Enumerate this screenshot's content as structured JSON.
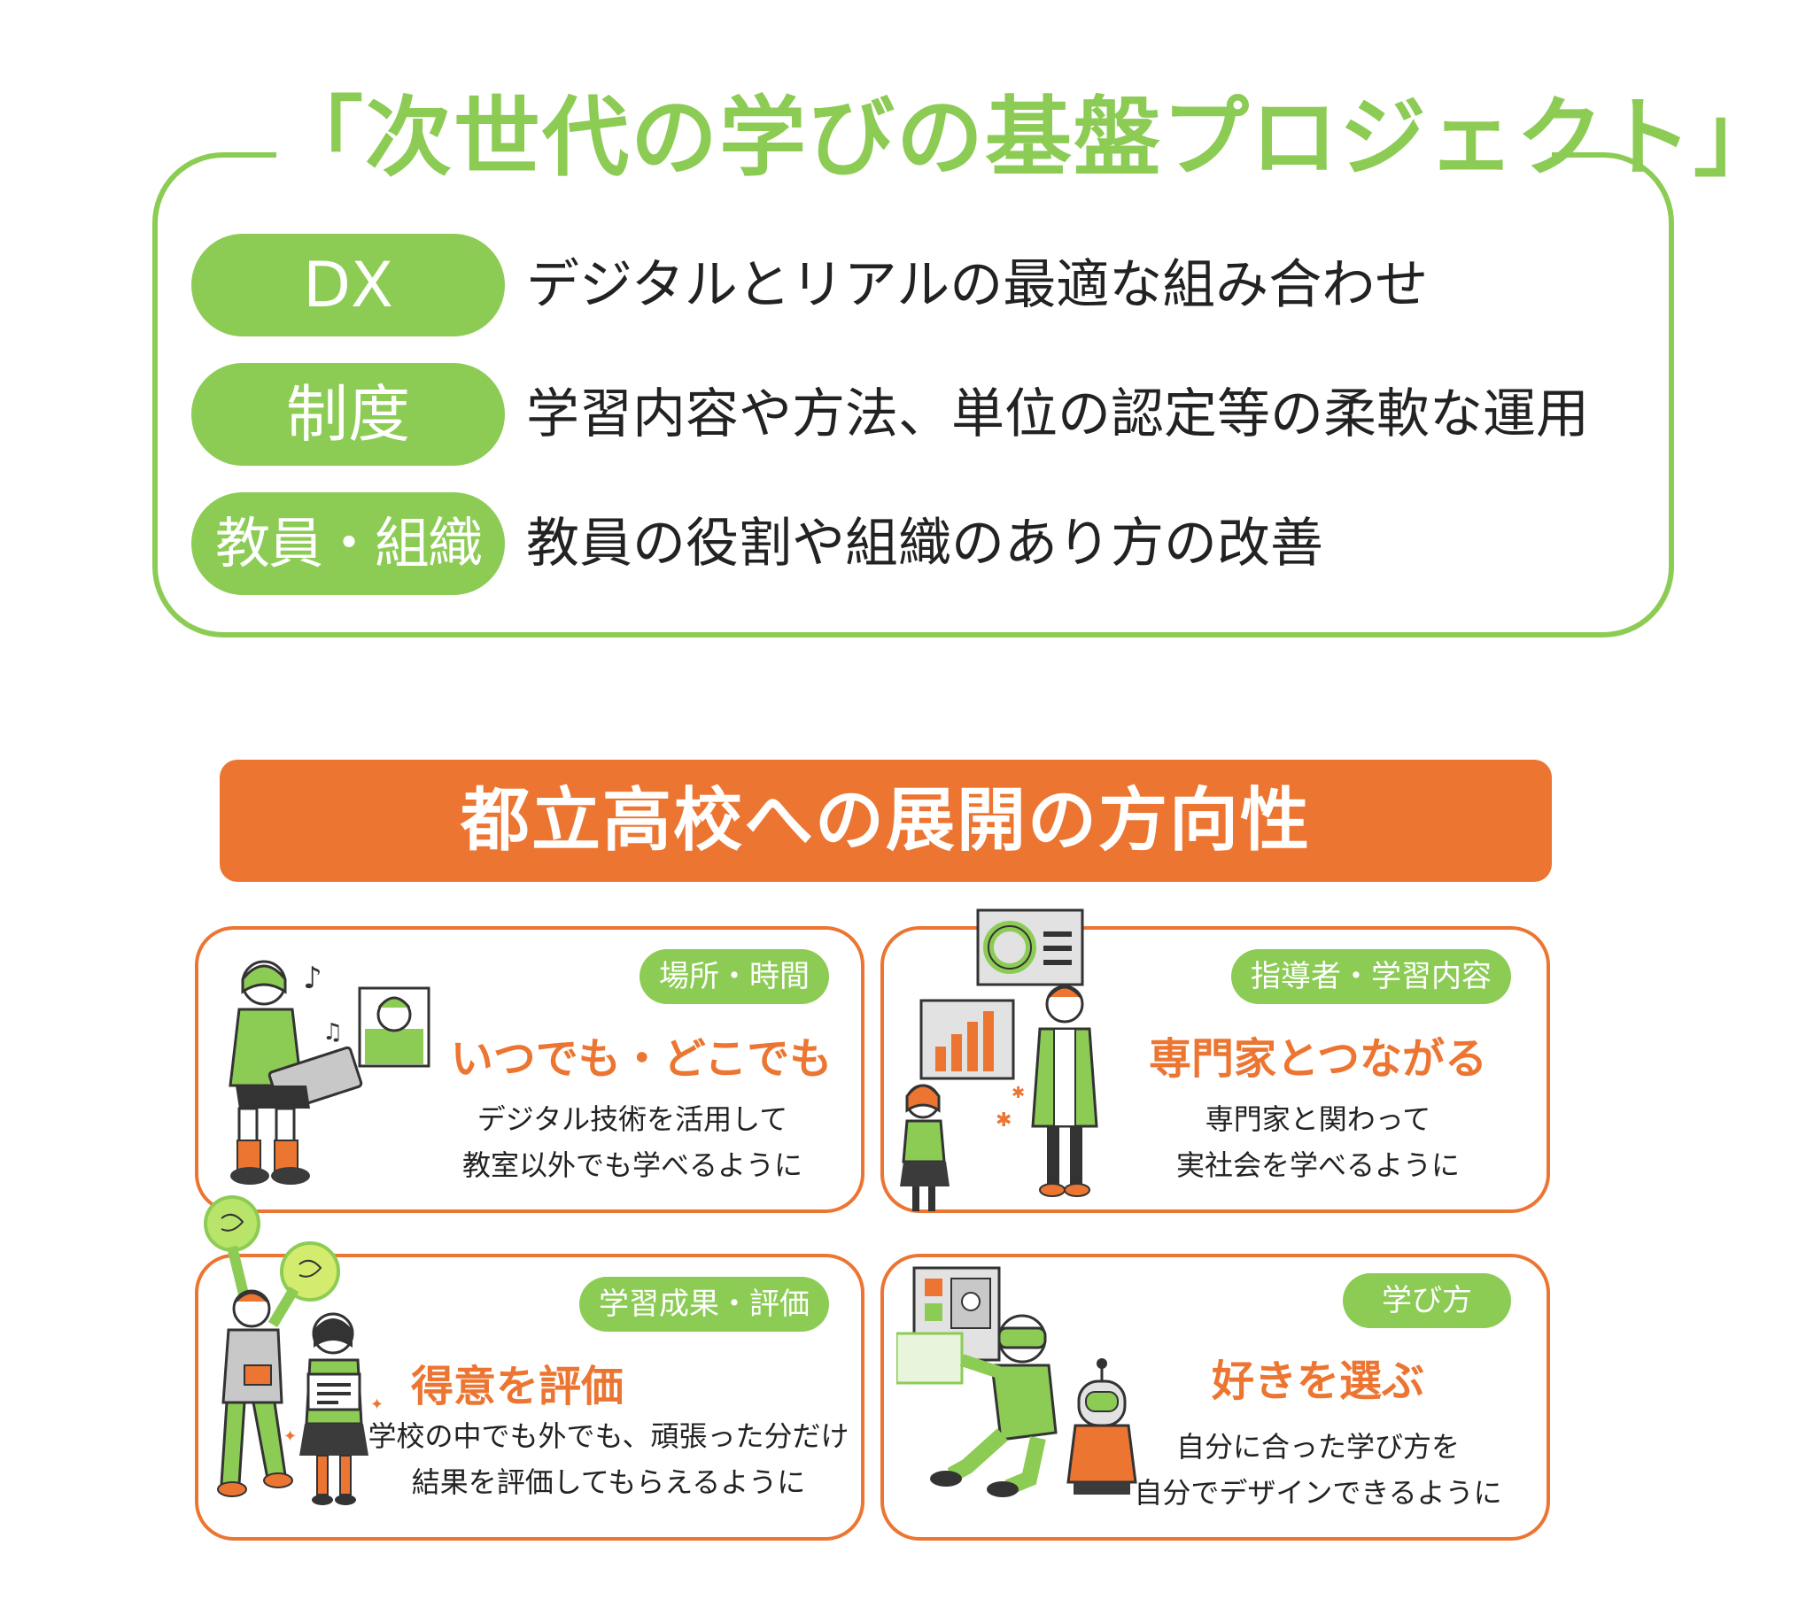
{
  "project": {
    "title": "「次世代の学びの基盤プロジェクト」",
    "pillars": [
      {
        "label": "DX",
        "text": "デジタルとリアルの最適な組み合わせ"
      },
      {
        "label": "制度",
        "text": "学習内容や方法、単位の認定等の柔軟な運用"
      },
      {
        "label": "教員・組織",
        "text": "教員の役割や組織のあり方の改善"
      }
    ]
  },
  "direction": {
    "title": "都立高校への展開の方向性",
    "cards": [
      {
        "tag": "場所・時間",
        "headline": "いつでも・どこでも",
        "lines": [
          "デジタル技術を活用して",
          "教室以外でも学べるように"
        ]
      },
      {
        "tag": "指導者・学習内容",
        "headline": "専門家とつながる",
        "lines": [
          "専門家と関わって",
          "実社会を学べるように"
        ]
      },
      {
        "tag": "学習成果・評価",
        "headline": "得意を評価",
        "lines": [
          "学校の中でも外でも、頑張った分だけ",
          "結果を評価してもらえるように"
        ]
      },
      {
        "tag": "学び方",
        "headline": "好きを選ぶ",
        "lines": [
          "自分に合った学び方を",
          "自分でデザインできるように"
        ]
      }
    ]
  },
  "colors": {
    "green": "#8ccc55",
    "orange": "#ec7532",
    "text": "#222222"
  },
  "icons": [
    "student-laptop-illustration",
    "expert-screens-illustration",
    "cheering-students-illustration",
    "vr-robot-illustration"
  ]
}
